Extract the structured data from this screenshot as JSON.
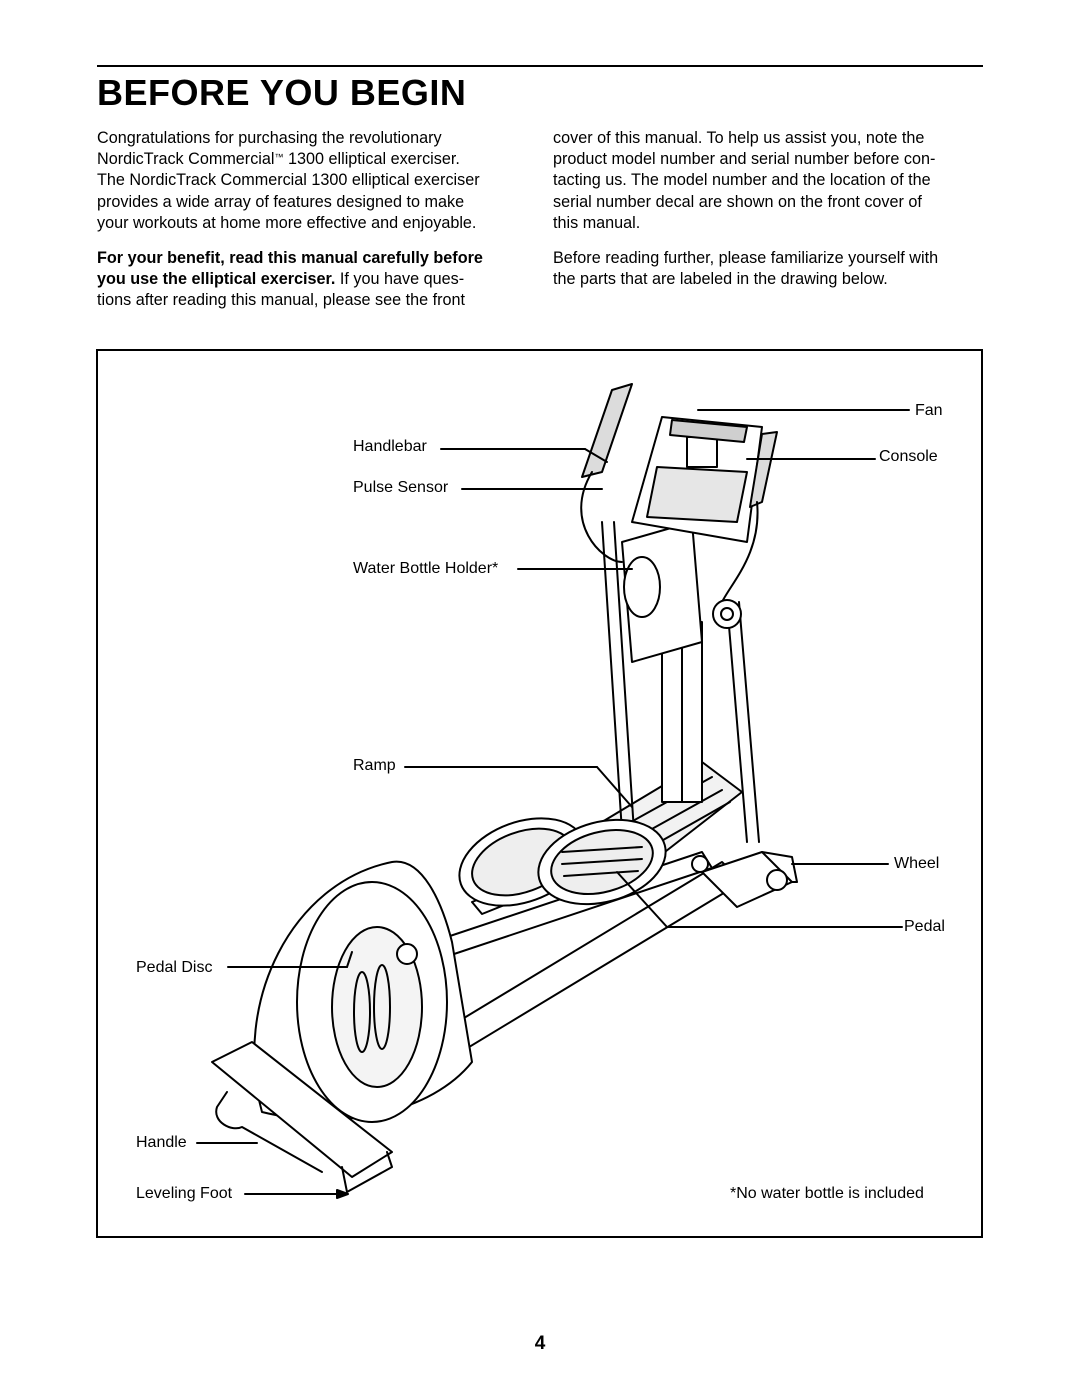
{
  "header": {
    "title": "BEFORE YOU BEGIN"
  },
  "intro": {
    "left": {
      "p1": [
        "Congratulations for purchasing the revolutionary",
        "NordicTrack Commercial",
        "™",
        " 1300 elliptical exerciser.",
        "The NordicTrack Commercial 1300 elliptical exerciser",
        "provides a wide array of features designed to make",
        "your workouts at home more effective and enjoyable."
      ],
      "p2": {
        "bold1": "For your benefit, read this manual carefully before",
        "bold2": "you use the elliptical exerciser.",
        "rest2": " If you have ques-",
        "line3": "tions after reading this manual, please see the front"
      }
    },
    "right": {
      "p1": [
        "cover of this manual. To help us assist you, note the",
        "product model number and serial number before con-",
        "tacting us. The model number and the location of the",
        "serial number decal are shown on the front cover of",
        "this manual."
      ],
      "p2": [
        "Before reading further, please familiarize yourself with",
        "the parts that are labeled in the drawing below."
      ]
    }
  },
  "figure": {
    "labels": {
      "fan": "Fan",
      "handlebar": "Handlebar",
      "console": "Console",
      "pulse_sensor": "Pulse Sensor",
      "water_bottle_holder": "Water Bottle Holder*",
      "ramp": "Ramp",
      "wheel": "Wheel",
      "pedal": "Pedal",
      "pedal_disc": "Pedal Disc",
      "handle": "Handle",
      "leveling_foot": "Leveling Foot"
    },
    "footnote": "*No water bottle is included"
  },
  "page_number": "4"
}
